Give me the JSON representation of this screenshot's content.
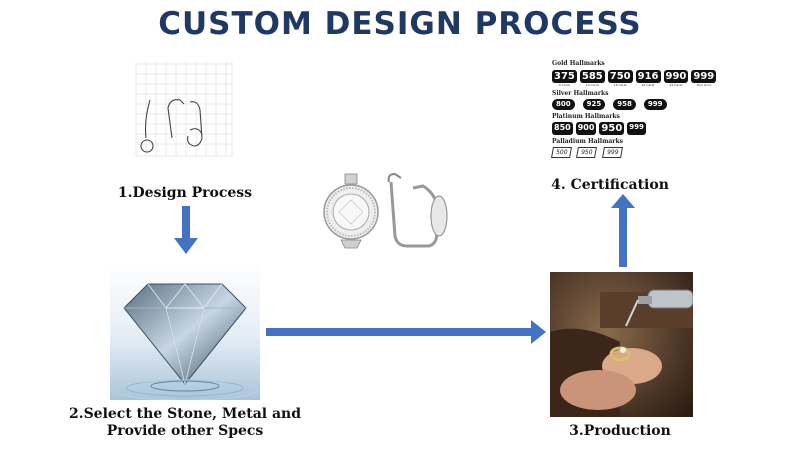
{
  "title": "CUSTOM DESIGN PROCESS",
  "steps": {
    "design": "1.Design Process",
    "select_line1": "2.Select the Stone, Metal and",
    "select_line2": "Provide other Specs",
    "production": "3.Production",
    "certification": "4. Certification"
  },
  "hallmarks": {
    "gold": {
      "heading": "Gold Hallmarks",
      "marks": [
        "375",
        "585",
        "750",
        "916",
        "990",
        "999"
      ],
      "captions": [
        "9 Carat",
        "14 Carat",
        "18 Carat",
        "22 Carat",
        "24 Carat",
        "Fine Gold"
      ]
    },
    "silver": {
      "heading": "Silver Hallmarks",
      "marks": [
        "800",
        "925",
        "958",
        "999"
      ]
    },
    "platinum": {
      "heading": "Platinum Hallmarks",
      "marks": [
        "850",
        "900",
        "950",
        "999"
      ]
    },
    "palladium": {
      "heading": "Palladium Hallmarks",
      "marks": [
        "500",
        "950",
        "999"
      ]
    }
  },
  "colors": {
    "title": "#1f3864",
    "arrow": "#4472c4"
  },
  "icons": [
    "earring-sketch-image",
    "earring-photo-image",
    "diamond-image",
    "jeweler-production-image"
  ]
}
